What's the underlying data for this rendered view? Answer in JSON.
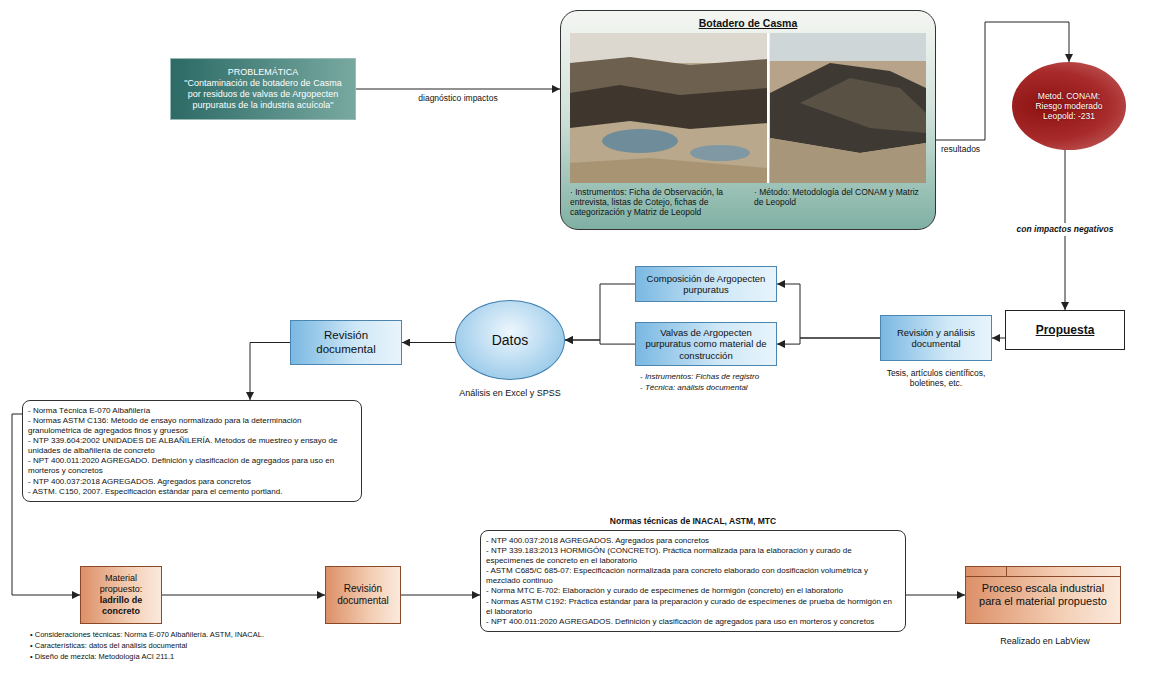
{
  "diagram": {
    "nodes": [
      {
        "text": [
          "PROBLEMÁTICA",
          "\"Contaminación de botadero de Casma por residuos de valvas de Argopecten purpuratus de la industria acuícola\""
        ]
      },
      {
        "text": [
          "Botadero de Casma",
          "· Instrumentos: Ficha de Observación, la entrevista, listas de Cotejo, fichas de categorización y Matriz de Leopold",
          "· Método: Metodología del CONAM y Matriz de Leopold"
        ]
      },
      {
        "text": [
          "Metod. CONAM: Riesgo moderado Leopold: -231"
        ]
      },
      {
        "text": [
          "Propuesta"
        ]
      },
      {
        "text": [
          "Revisión y análisis documental"
        ]
      },
      {
        "text": [
          "Composición de Argopecten purpuratus"
        ]
      },
      {
        "text": [
          "Valvas de Argopecten purpuratus como material de construcción"
        ]
      },
      {
        "text": [
          "Datos"
        ]
      },
      {
        "text": [
          "Revisión documental"
        ]
      },
      {
        "text": [
          "- Norma Técnica E-070 Albañilería",
          "- Normas ASTM C136: Método de ensayo normalizado para la determinación granulométrica de agregados finos y gruesos",
          "- NTP 339.604:2002 UNIDADES DE ALBAÑILERÍA. Métodos de muestreo y ensayo de unidades de albañilería de concreto",
          "- NPT 400.011:2020 AGREGADO. Definición y clasificación de agregados para uso en morteros y concretos",
          "- NTP 400.037:2018 AGREGADOS. Agregados para concretos",
          "- ASTM. C150, 2007. Especificación estándar para el cemento portland."
        ]
      },
      {
        "text": [
          "Material propuesto:",
          "ladrillo de concreto"
        ]
      },
      {
        "text": [
          "Revisión documental"
        ]
      },
      {
        "text": [
          "Normas técnicas de INACAL, ASTM, MTC",
          "- NTP 400.037:2018 AGREGADOS. Agregados para concretos",
          "- NTP 339.183:2013 HORMIGÓN (CONCRETO). Práctica normalizada para la elaboración y curado de especímenes de concreto en el laboratorio",
          "- ASTM C685/C 685-07: Especificación normalizada para concreto elaborado con dosificación volumétrica y mezclado continuo",
          "- Norma MTC E-702: Elaboración y curado de especímenes de hormigón (concreto) en el laboratorio",
          "- Normas ASTM C192: Práctica estándar para la preparación y curado de especímenes de prueba de hormigón en el laboratorio",
          "- NPT 400.011:2020 AGREGADOS. Definición y clasificación de agregados para uso en morteros y concretos"
        ]
      },
      {
        "text": [
          "Proceso escala industrial para el material propuesto"
        ]
      }
    ],
    "edges": [
      {
        "from": 0,
        "to": 1,
        "arrow": "to",
        "label": "diagnóstico impactos"
      },
      {
        "from": 1,
        "to": 2,
        "arrow": "to",
        "label": "resultados"
      },
      {
        "from": 2,
        "to": 3,
        "arrow": "to",
        "label": "con impactos negativos"
      },
      {
        "from": 3,
        "to": 4,
        "arrow": "to"
      },
      {
        "from": 4,
        "to": 5,
        "arrow": "to"
      },
      {
        "from": 4,
        "to": 6,
        "arrow": "to"
      },
      {
        "from": 5,
        "to": 7,
        "arrow": "to"
      },
      {
        "from": 6,
        "to": 7,
        "arrow": "to"
      },
      {
        "from": 7,
        "to": 8,
        "arrow": "to"
      },
      {
        "from": 8,
        "to": 9,
        "arrow": "to"
      },
      {
        "from": 9,
        "to": 10,
        "arrow": "to"
      },
      {
        "from": 10,
        "to": 11,
        "arrow": "to"
      },
      {
        "from": 11,
        "to": 12,
        "arrow": "to"
      },
      {
        "from": 12,
        "to": 13,
        "arrow": "to"
      }
    ],
    "labels": [
      "Tesis, artículos científicos, boletines, etc.",
      "- Instrumentos: Fichas de registro",
      "- Técnica: análisis documental",
      "Análisis en Excel y SPSS",
      "• Consideraciones técnicas: Norma E-070 Albañilería. ASTM, INACAL.",
      "• Características: datos del análisis documental",
      "• Diseño de mezcla: Metodología ACI 211.1",
      "Realizado en LabView"
    ]
  }
}
